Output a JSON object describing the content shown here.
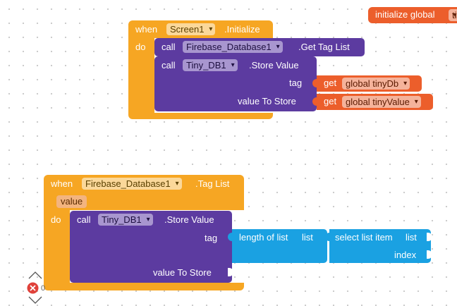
{
  "top_right_block": {
    "label": "initialize global",
    "name_fragment": "ti"
  },
  "screen_init": {
    "when": "when",
    "component": "Screen1",
    "event": ".Initialize",
    "do": "do",
    "call1": {
      "call": "call",
      "component": "Firebase_Database1",
      "method": ".Get Tag List"
    },
    "call2": {
      "call": "call",
      "component": "Tiny_DB1",
      "method": ".Store Value",
      "tag_label": "tag",
      "value_label": "value To Store",
      "tag_get": {
        "get": "get",
        "var": "global tinyDb"
      },
      "value_get": {
        "get": "get",
        "var": "global tinyValue"
      }
    }
  },
  "taglist_event": {
    "when": "when",
    "component": "Firebase_Database1",
    "event": ".Tag List",
    "param": "value",
    "do": "do",
    "call": {
      "call": "call",
      "component": "Tiny_DB1",
      "method": ".Store Value",
      "tag_label": "tag",
      "value_label": "value To Store",
      "length_block": {
        "label": "length of list",
        "socket": "list"
      },
      "select_block": {
        "label": "select list item",
        "socket": "list",
        "index": "index"
      }
    }
  },
  "workspace_controls": {
    "warning_count": "0",
    "error_icon": "error-icon",
    "up_icon": "arrow-up-icon",
    "down_icon": "arrow-down-icon"
  }
}
